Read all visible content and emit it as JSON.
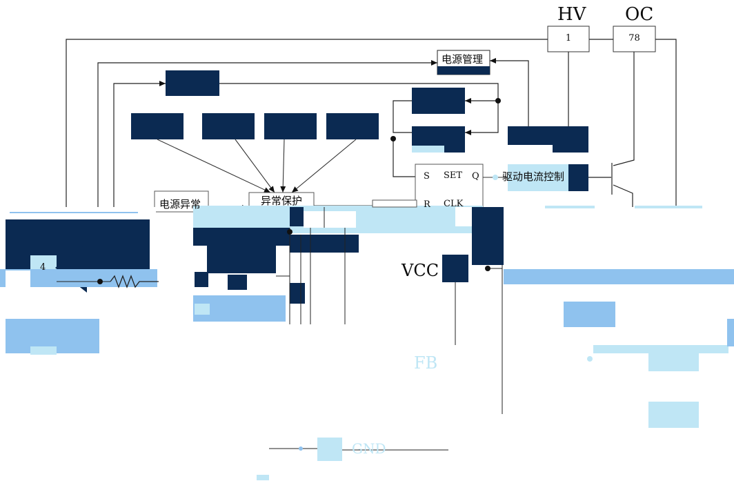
{
  "pins": {
    "hv": "HV",
    "hv_num": "1",
    "oc": "OC",
    "oc_num": "78",
    "vcc": "VCC",
    "fb": "FB",
    "gnd": "GND",
    "left_num": "4"
  },
  "blocks": {
    "power_management": "电源管理",
    "power_abnormal": "电源异常",
    "abnormal_protection": "异常保护",
    "drive_current_control": "驱动电流控制"
  },
  "flipflop": {
    "s": "S",
    "set": "SET",
    "q": "Q",
    "r": "R",
    "clk": "CLK"
  },
  "colors": {
    "navy": "#0b2a52",
    "light_blue": "#bfe6f5",
    "mid_blue": "#8fc2ee"
  }
}
